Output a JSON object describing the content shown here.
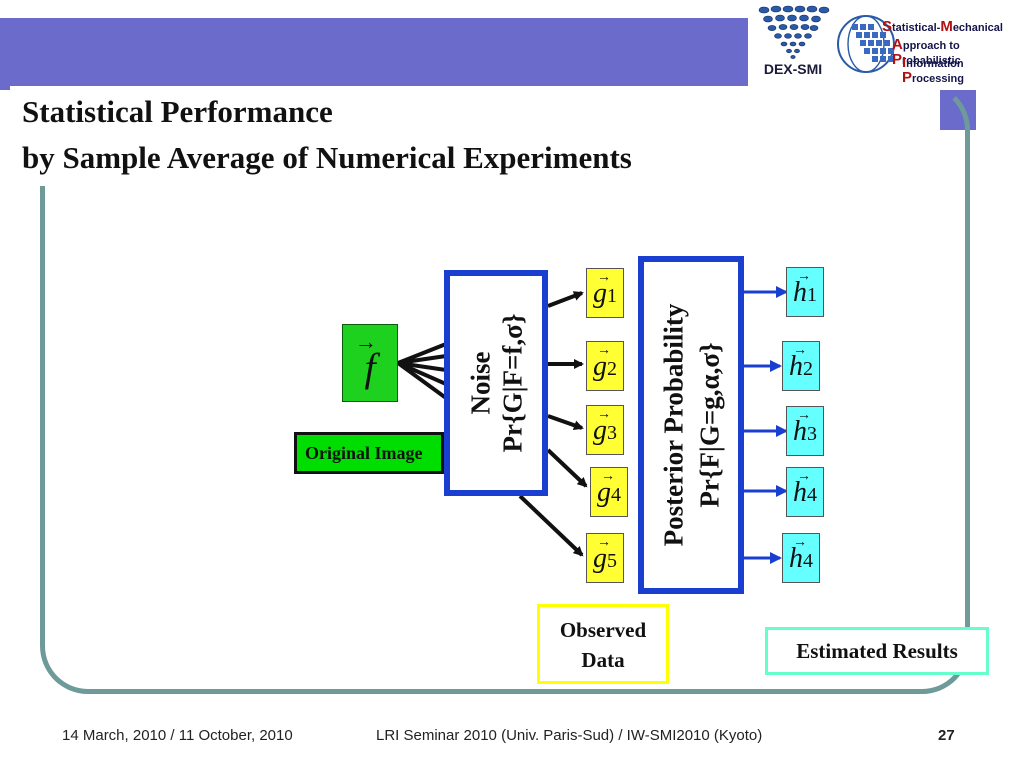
{
  "slide": {
    "title_line1": "Statistical Performance",
    "title_line2": "by Sample Average of Numerical Experiments"
  },
  "logos": {
    "dex_label": "DEX-SMI",
    "smapip_lines": [
      {
        "cap": "S",
        "rest": "tatistical-",
        "cap2": "M",
        "rest2": "echanical"
      },
      {
        "cap": "A",
        "rest": "pproach to ",
        "cap2": "P",
        "rest2": "robabilistic"
      },
      {
        "cap": "I",
        "rest": "nformation ",
        "cap2": "P",
        "rest2": "rocessing"
      }
    ]
  },
  "diagram": {
    "original": {
      "symbol": "f",
      "arrow": "→",
      "label": "Original Image"
    },
    "noise": {
      "line1": "Noise",
      "line2": "Pr{G|F=f,σ}"
    },
    "posterior": {
      "line1": "Posterior Probability",
      "line2": "Pr{F|G=g,α,σ}"
    },
    "observed": [
      {
        "symbol": "g",
        "sub": "1"
      },
      {
        "symbol": "g",
        "sub": "2"
      },
      {
        "symbol": "g",
        "sub": "3"
      },
      {
        "symbol": "g",
        "sub": "4"
      },
      {
        "symbol": "g",
        "sub": "5"
      }
    ],
    "estimated": [
      {
        "symbol": "h",
        "sub": "1"
      },
      {
        "symbol": "h",
        "sub": "2"
      },
      {
        "symbol": "h",
        "sub": "3"
      },
      {
        "symbol": "h",
        "sub": "4"
      },
      {
        "symbol": "h",
        "sub": "4"
      }
    ],
    "observed_label": "Observed Data",
    "estimated_label": "Estimated Results",
    "colors": {
      "original_fill": "#1fd11f",
      "observed_fill": "#ffff33",
      "estimated_fill": "#66ffff",
      "process_border": "#1a3fd0",
      "arrow_blue": "#1a3fd0"
    }
  },
  "footer": {
    "date": "14 March, 2010 / 11 October, 2010",
    "event": "LRI Seminar 2010 (Univ. Paris-Sud) / IW-SMI2010 (Kyoto)",
    "page": "27"
  }
}
